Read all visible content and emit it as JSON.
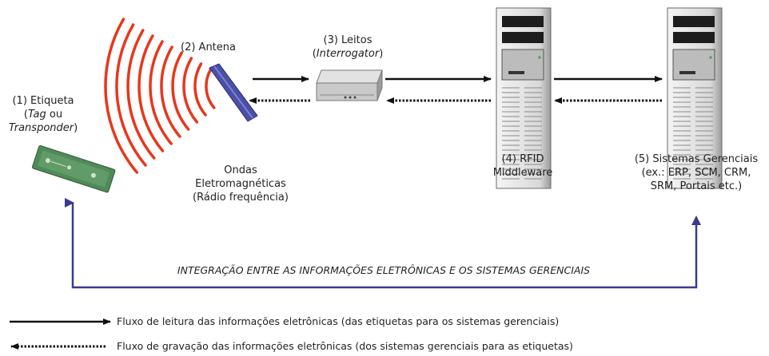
{
  "labels": {
    "etiqueta_l1": "(1) Etiqueta",
    "etiqueta_tag": "Tag",
    "etiqueta_ou": " ou",
    "etiqueta_transponder": "Transponder",
    "etiqueta_close": ")",
    "etiqueta_open": "(",
    "antena": "(2) Antena",
    "leitos_l1": "(3) Leitos",
    "leitos_open": "(",
    "leitos_interrogator": "Interrogator",
    "leitos_close": ")",
    "ondas_l1": "Ondas",
    "ondas_l2": "Eletromagnéticas",
    "ondas_l3": "(Rádio frequência)",
    "middleware_l1": "(4) RFID",
    "middleware_l2": "Middleware",
    "sistemas_l1": "(5) Sistemas Gerenciais",
    "sistemas_l2": "(ex.: ERP, SCM, CRM,",
    "sistemas_l3": "SRM, Portais etc.)"
  },
  "integration_text": "INTEGRAÇÃO ENTRE AS INFORMAÇÕES ELETRÔNICAS E OS SISTEMAS GERENCIAIS",
  "legend": {
    "read_flow": "Fluxo de leitura das informações eletrônicas (das etiquetas para os sistemas gerenciais)",
    "write_flow": "Fluxo de gravação das informações eletrônicas (dos sistemas gerenciais para as etiquetas)"
  },
  "colors": {
    "waves": "#e8361c",
    "integration_arrow": "#3b3a93",
    "flow_arrow": "#111111"
  }
}
